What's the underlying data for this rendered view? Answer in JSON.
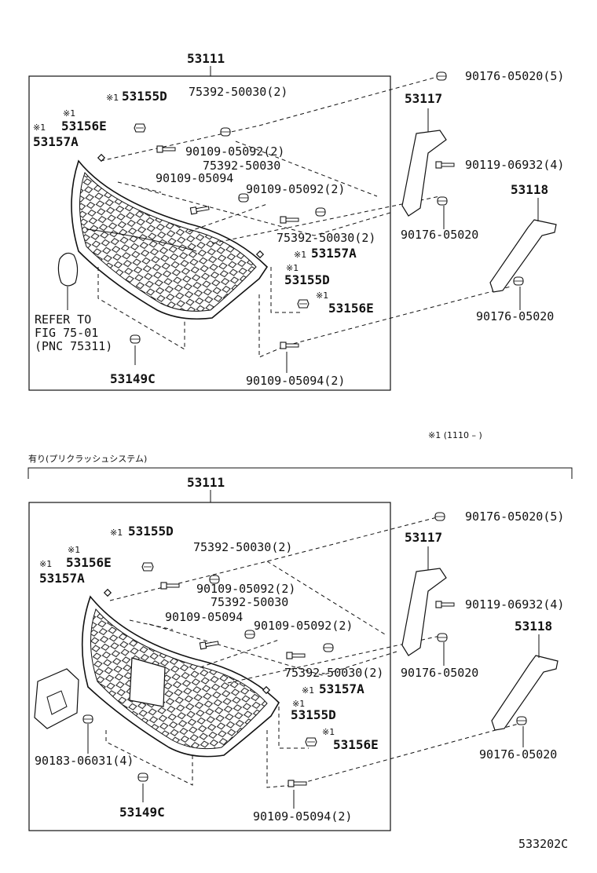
{
  "diagram_code": "533202C",
  "note": "※1 (1110 –   )",
  "section2_caption": "有り(プリクラッシュシステム)",
  "mark": "※1",
  "top": {
    "assembly": "53111",
    "p53155D": "53155D",
    "p53156E": "53156E",
    "p53157A": "53157A",
    "p75392_2": "75392-50030(2)",
    "p90109_05092_2a": "90109-05092(2)",
    "p75392": "75392-50030",
    "p90109_05094": "90109-05094",
    "p90109_05092_2b": "90109-05092(2)",
    "p75392_2b": "75392-50030(2)",
    "p53157A_b": "53157A",
    "p53155D_b": "53155D",
    "p53156E_b": "53156E",
    "refer1": "REFER TO",
    "refer2": "FIG 75-01",
    "refer3": "(PNC 75311)",
    "p53149C": "53149C",
    "p90109_05094_2": "90109-05094(2)",
    "p90176_5": "90176-05020(5)",
    "p53117": "53117",
    "p90119_4": "90119-06932(4)",
    "p53118": "53118",
    "p90176_a": "90176-05020",
    "p90176_b": "90176-05020"
  },
  "bottom": {
    "assembly": "53111",
    "p53155D": "53155D",
    "p53156E": "53156E",
    "p53157A": "53157A",
    "p75392_2": "75392-50030(2)",
    "p90109_05092_2a": "90109-05092(2)",
    "p75392": "75392-50030",
    "p90109_05094": "90109-05094",
    "p90109_05092_2b": "90109-05092(2)",
    "p75392_2b": "75392-50030(2)",
    "p53157A_b": "53157A",
    "p53155D_b": "53155D",
    "p53156E_b": "53156E",
    "p90183": "90183-06031(4)",
    "p53149C": "53149C",
    "p90109_05094_2": "90109-05094(2)",
    "p90176_5": "90176-05020(5)",
    "p53117": "53117",
    "p90119_4": "90119-06932(4)",
    "p53118": "53118",
    "p90176_a": "90176-05020",
    "p90176_b": "90176-05020"
  }
}
